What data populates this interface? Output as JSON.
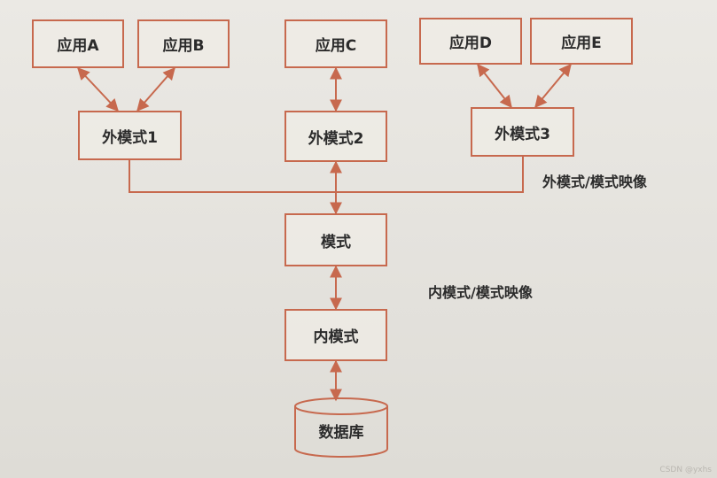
{
  "applications": [
    {
      "label": "应用A"
    },
    {
      "label": "应用B"
    },
    {
      "label": "应用C"
    },
    {
      "label": "应用D"
    },
    {
      "label": "应用E"
    }
  ],
  "external_schemas": [
    {
      "label": "外模式1"
    },
    {
      "label": "外模式2"
    },
    {
      "label": "外模式3"
    }
  ],
  "schema": {
    "label": "模式"
  },
  "internal_schema": {
    "label": "内模式"
  },
  "database": {
    "label": "数据库"
  },
  "mappings": {
    "external_schema": "外模式/模式映像",
    "internal_schema": "内模式/模式映像"
  },
  "watermark": "CSDN @yxhs",
  "colors": {
    "line": "#c7694e",
    "text": "#2b2b2b",
    "background": "#e7e5e0"
  }
}
